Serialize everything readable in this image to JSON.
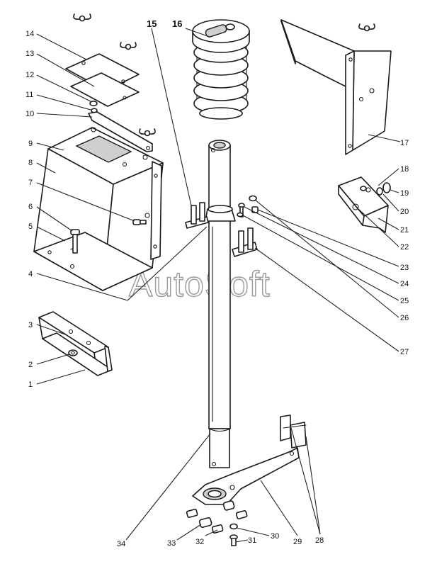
{
  "watermark": "AutoSoft",
  "callouts": [
    {
      "id": "1",
      "text": "1"
    },
    {
      "id": "2",
      "text": "2"
    },
    {
      "id": "3",
      "text": "3"
    },
    {
      "id": "4",
      "text": "4"
    },
    {
      "id": "5",
      "text": "5"
    },
    {
      "id": "6",
      "text": "6"
    },
    {
      "id": "7",
      "text": "7"
    },
    {
      "id": "8",
      "text": "8"
    },
    {
      "id": "9",
      "text": "9"
    },
    {
      "id": "10",
      "text": "10"
    },
    {
      "id": "11",
      "text": "11"
    },
    {
      "id": "12",
      "text": "12"
    },
    {
      "id": "13",
      "text": "13"
    },
    {
      "id": "14",
      "text": "14"
    },
    {
      "id": "15",
      "text": "15"
    },
    {
      "id": "16",
      "text": "16"
    },
    {
      "id": "17",
      "text": "17"
    },
    {
      "id": "18",
      "text": "18"
    },
    {
      "id": "19",
      "text": "19"
    },
    {
      "id": "20",
      "text": "20"
    },
    {
      "id": "21",
      "text": "21"
    },
    {
      "id": "22",
      "text": "22"
    },
    {
      "id": "23",
      "text": "23"
    },
    {
      "id": "24",
      "text": "24"
    },
    {
      "id": "25",
      "text": "25"
    },
    {
      "id": "26",
      "text": "26"
    },
    {
      "id": "27",
      "text": "27"
    },
    {
      "id": "28",
      "text": "28"
    },
    {
      "id": "29",
      "text": "29"
    },
    {
      "id": "30",
      "text": "30"
    },
    {
      "id": "31",
      "text": "31"
    },
    {
      "id": "32",
      "text": "32"
    },
    {
      "id": "33",
      "text": "33"
    },
    {
      "id": "34",
      "text": "34"
    }
  ]
}
